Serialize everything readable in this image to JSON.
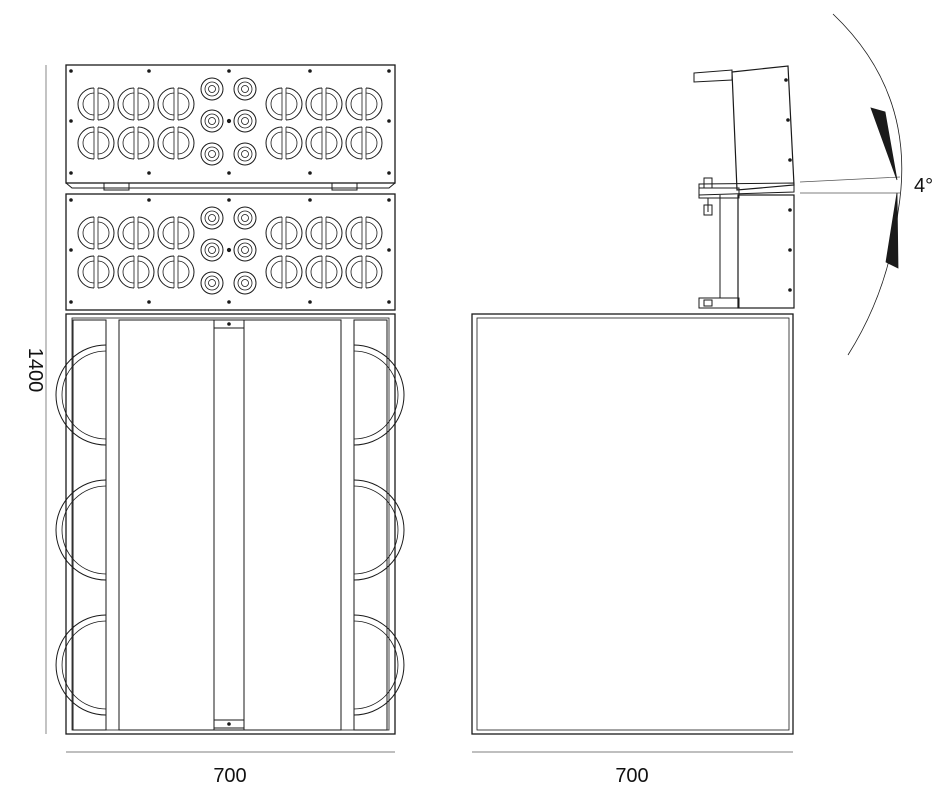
{
  "dimensions": {
    "front_height": "1400",
    "front_width": "700",
    "side_depth": "700",
    "tilt_angle": "4°"
  },
  "line_color": "#1a1a1a",
  "background": "#ffffff"
}
